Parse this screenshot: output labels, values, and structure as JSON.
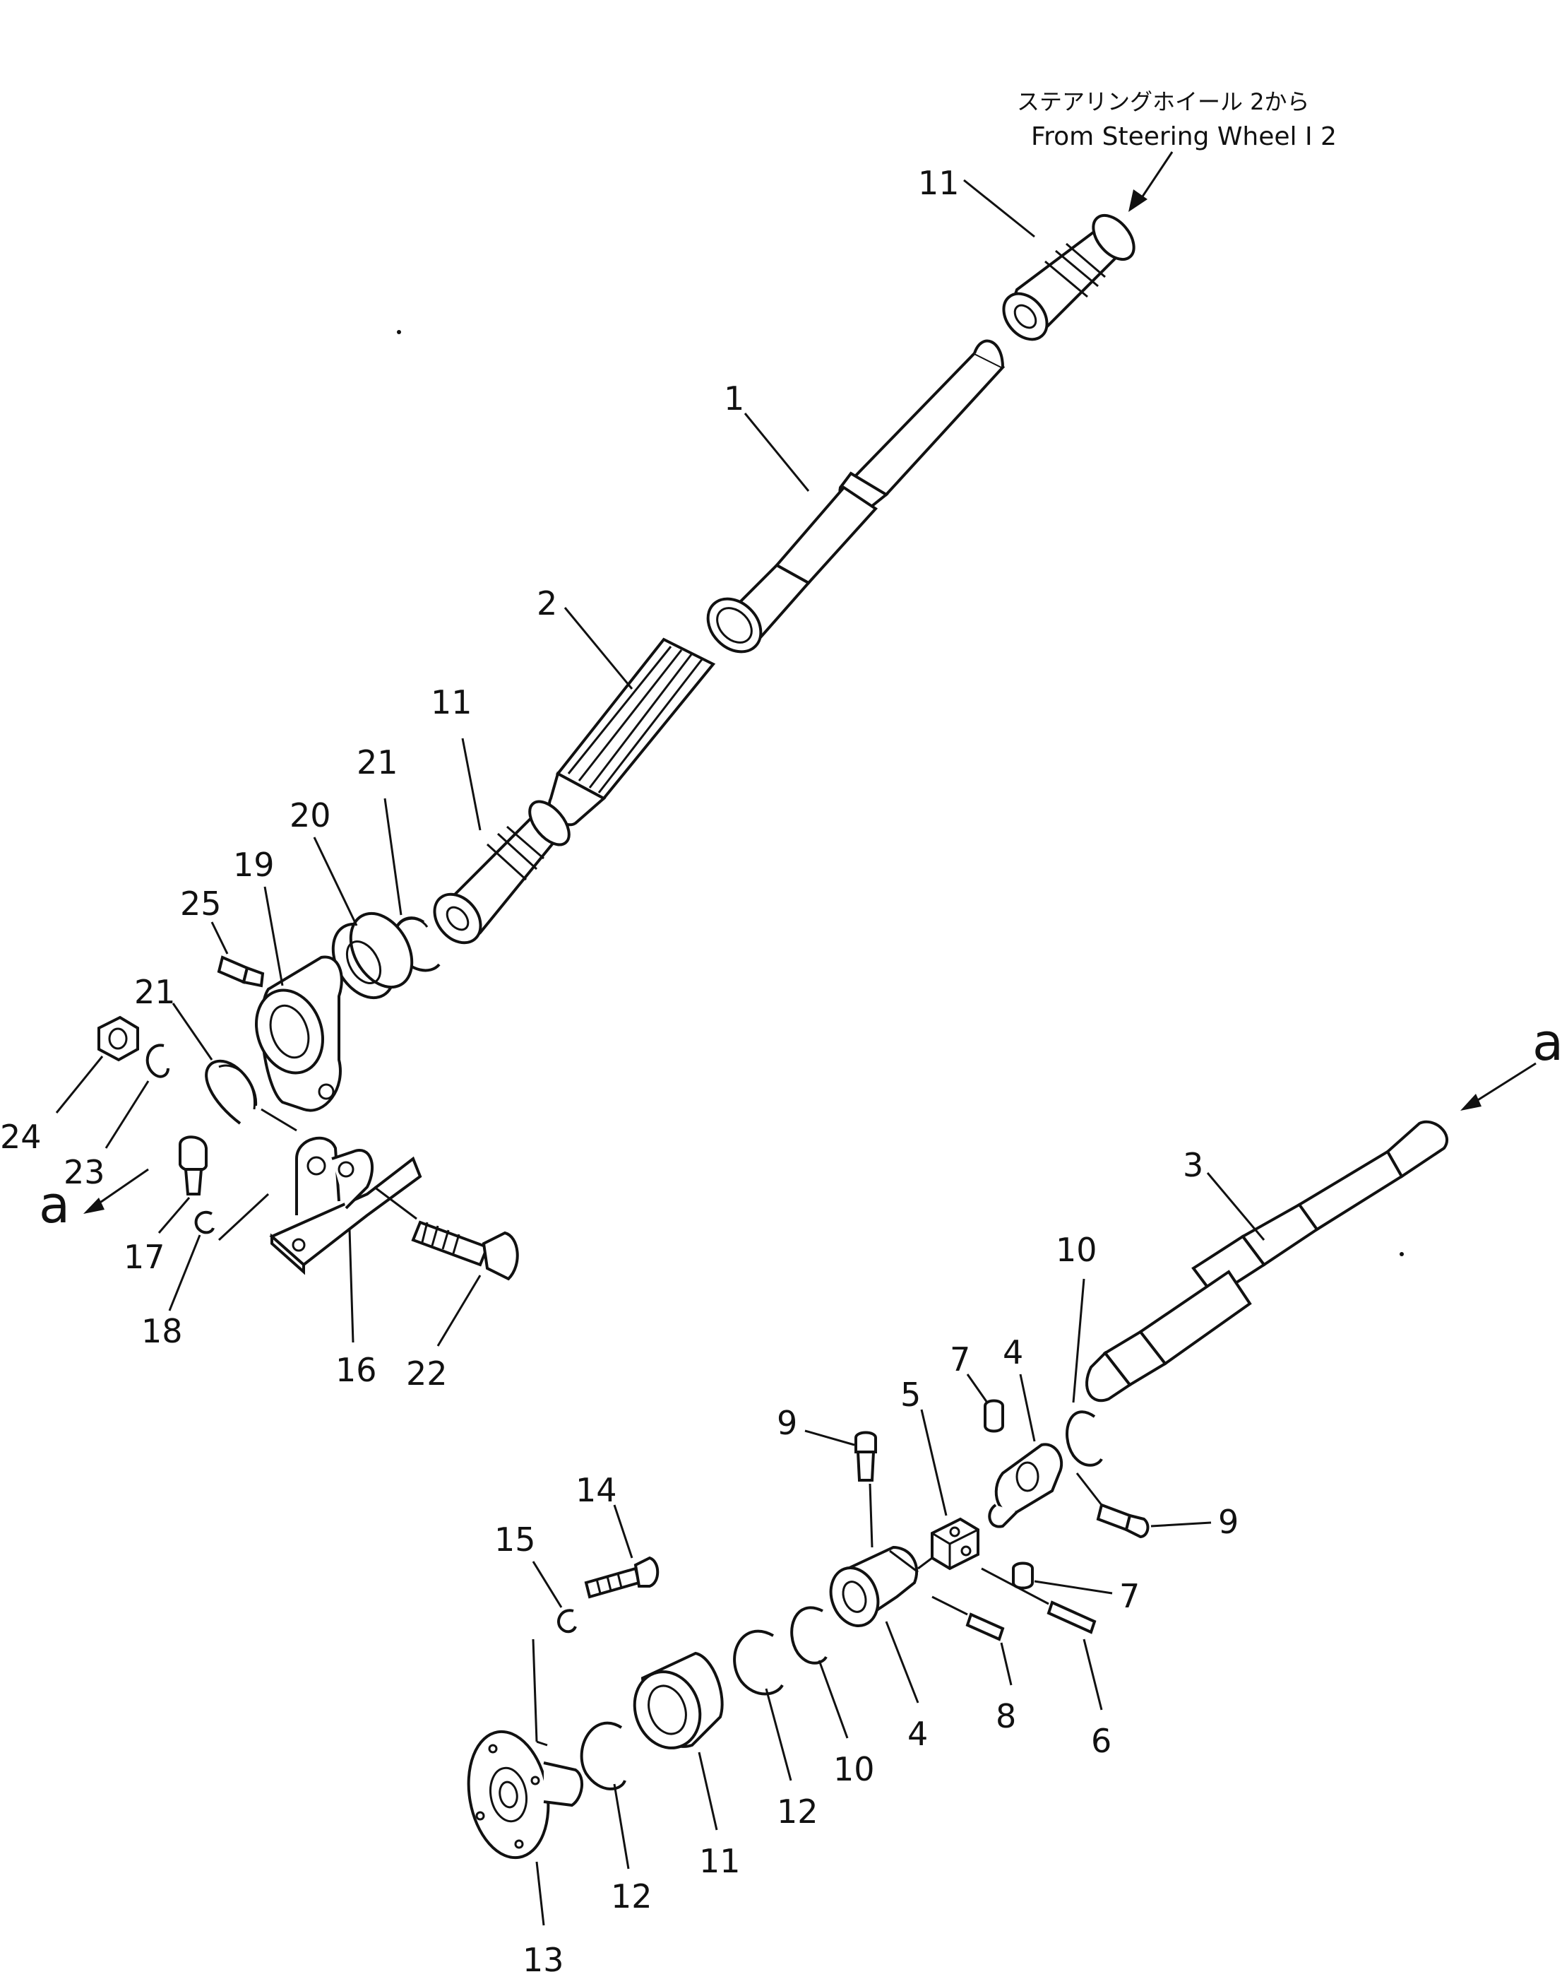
{
  "header": {
    "jp": "ステアリングホイール 2から",
    "en": "From Steering Wheel I 2"
  },
  "labels": {
    "l11_top": "11",
    "l1": "1",
    "l2": "2",
    "l11_mid": "11",
    "l21_a": "21",
    "l20": "20",
    "l19": "19",
    "l25": "25",
    "l21_b": "21",
    "l24": "24",
    "l23": "23",
    "l17": "17",
    "l18": "18",
    "l16": "16",
    "l22": "22",
    "a_left": "a",
    "a_right": "a",
    "l3": "3",
    "l10_a": "10",
    "l4_a": "4",
    "l7_a": "7",
    "l5": "5",
    "l9_a": "9",
    "l9_b": "9",
    "l7_b": "7",
    "l14": "14",
    "l15": "15",
    "l8": "8",
    "l6": "6",
    "l4_b": "4",
    "l10_b": "10",
    "l12_a": "12",
    "l11_bot": "11",
    "l12_b": "12",
    "l13": "13"
  }
}
